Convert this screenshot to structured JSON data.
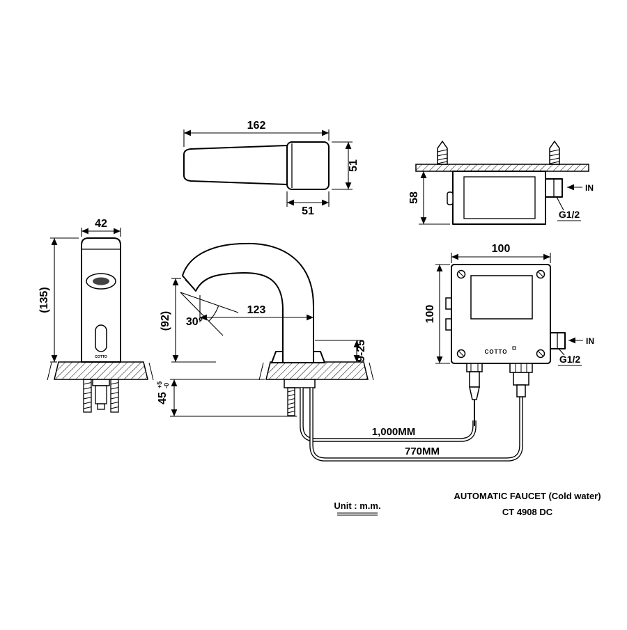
{
  "meta": {
    "unit_label": "Unit : m.m.",
    "product_title": "AUTOMATIC FAUCET (Cold water)",
    "model": "CT 4908 DC",
    "brand": "COTTO"
  },
  "spout_top": {
    "length": "162",
    "height": "51",
    "width": "51"
  },
  "box_side": {
    "height": "58",
    "inlet": "G1/2",
    "in_label": "IN"
  },
  "faucet_front": {
    "width": "42",
    "height": "(135)"
  },
  "faucet_side": {
    "reach": "123",
    "angle": "30°",
    "outlet_height": "(92)",
    "deck_range": "9-25",
    "shank_length": "45",
    "shank_tol_plus": "+5",
    "shank_tol_minus": "-0"
  },
  "box_front": {
    "width": "100",
    "height": "100",
    "inlet": "G1/2",
    "in_label": "IN"
  },
  "hoses": {
    "hose_sensor": "1,000MM",
    "hose_inlet": "770MM"
  }
}
